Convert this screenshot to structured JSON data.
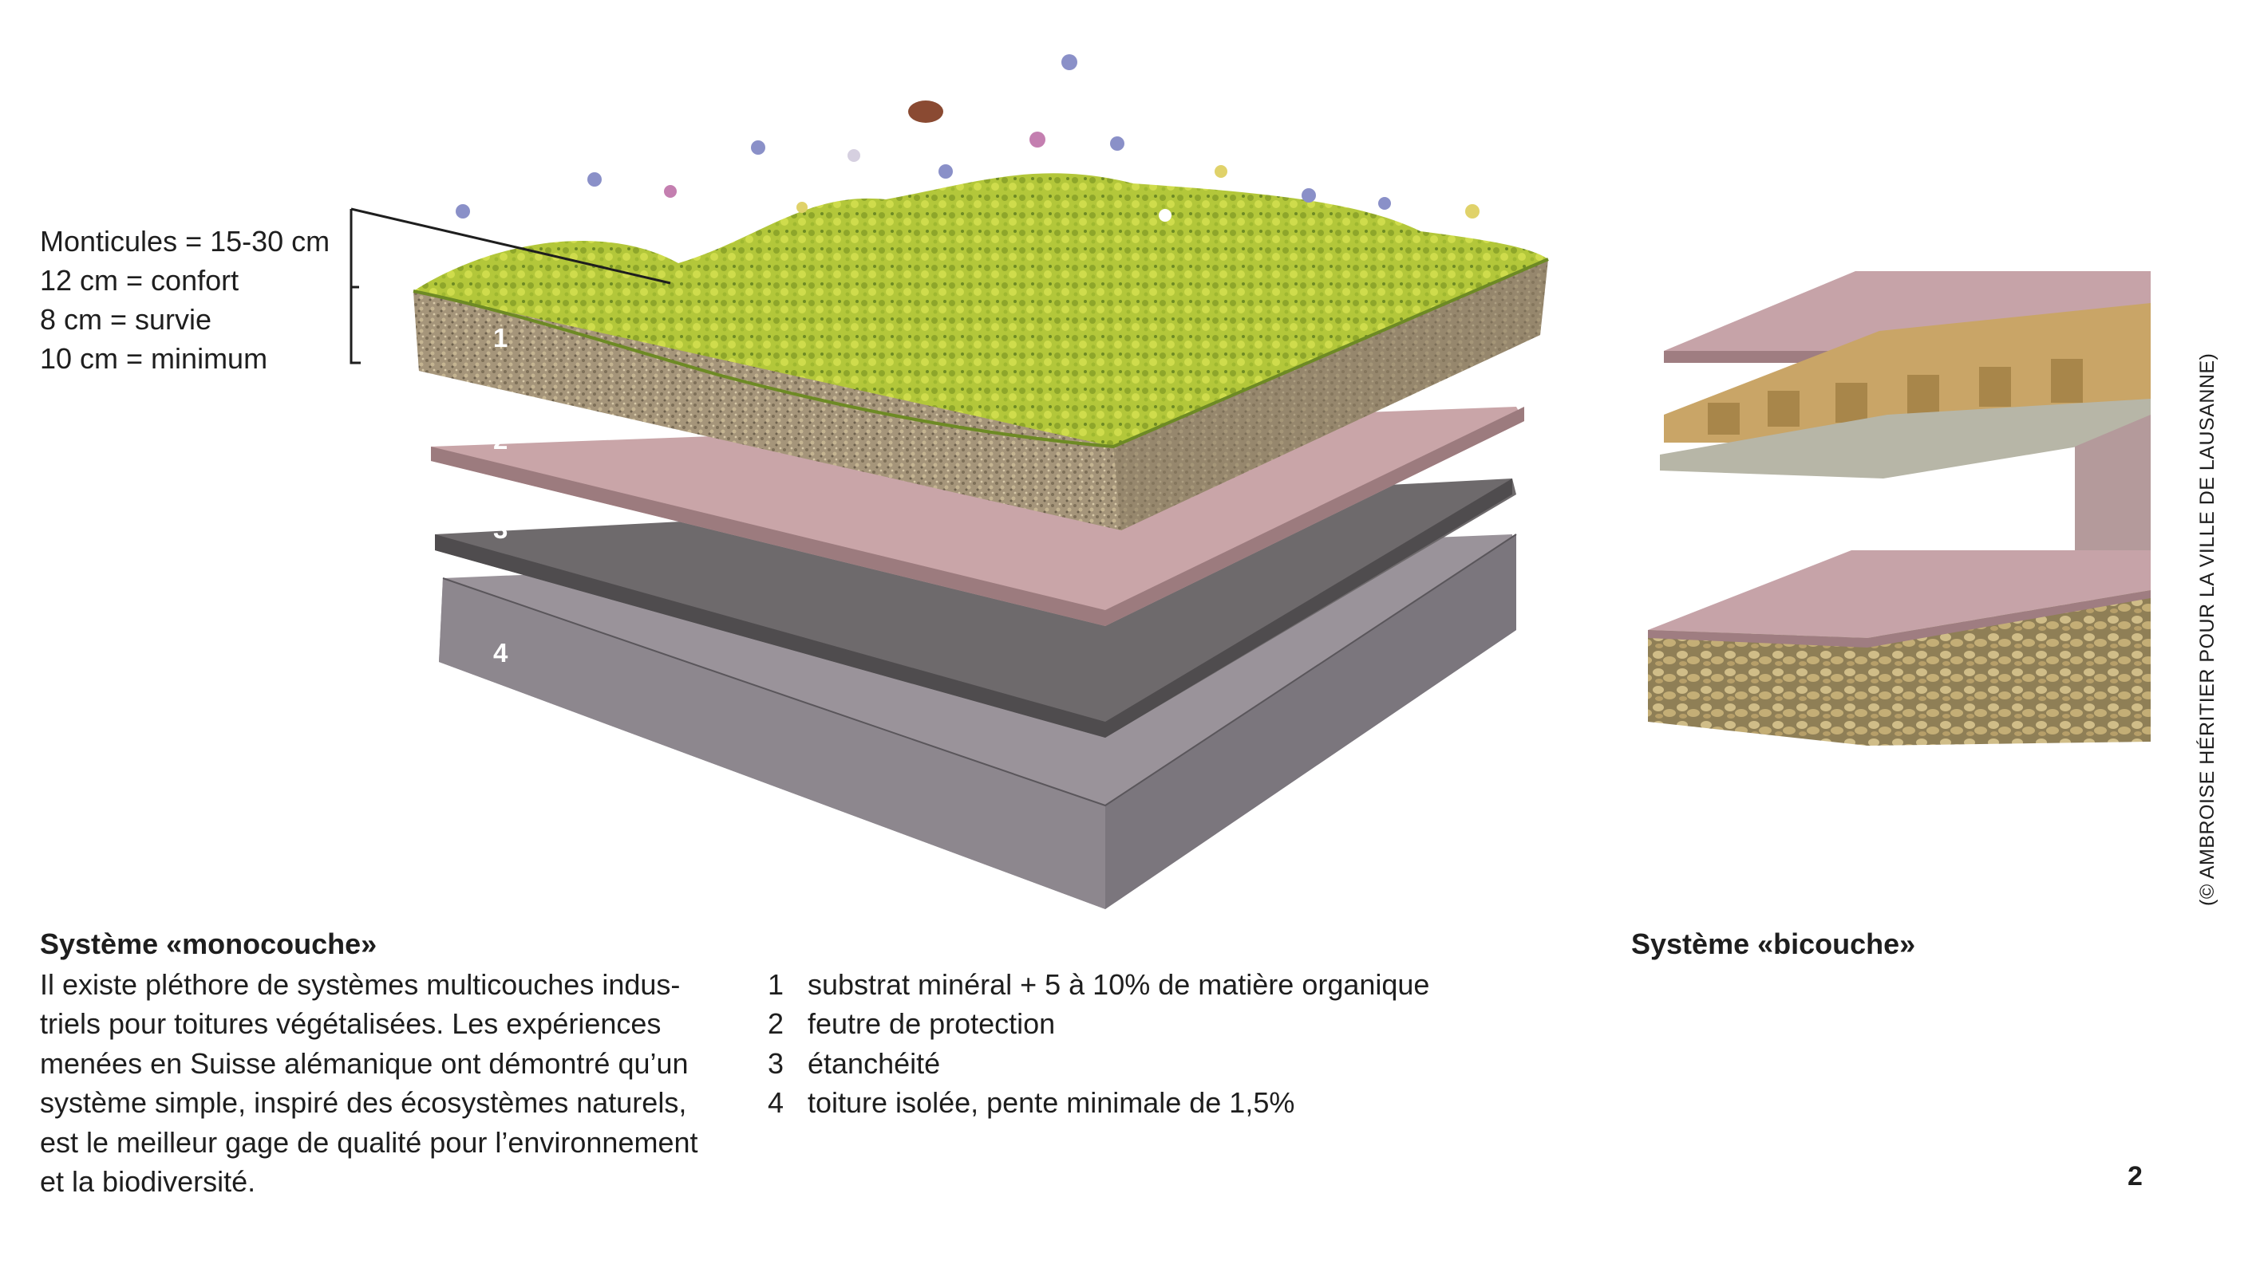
{
  "depth_labels": [
    "Monticules = 15-30 cm",
    "12 cm = confort",
    "8 cm = survie",
    "10 cm = minimum"
  ],
  "layer_numbers": [
    "1",
    "2",
    "3",
    "4"
  ],
  "monocouche": {
    "title": "Système «monocouche»",
    "paragraph_lines": [
      "Il existe pléthore de systèmes multicouches indus-",
      "triels pour toitures végétalisées. Les expériences",
      "menées en Suisse alémanique ont démontré qu’un",
      "système simple, inspiré des écosystèmes naturels,",
      "est le meilleur gage de qualité pour l’environnement",
      "et la biodiversité."
    ]
  },
  "legend": [
    {
      "num": "1",
      "text": "substrat minéral + 5 à 10% de matière organique"
    },
    {
      "num": "2",
      "text": "feutre de protection"
    },
    {
      "num": "3",
      "text": "étanchéité"
    },
    {
      "num": "4",
      "text": "toiture isolée, pente minimale de 1,5%"
    }
  ],
  "bicouche": {
    "title": "Système «bicouche»"
  },
  "credit": "(© AMBROISE HÉRITIER POUR LA VILLE DE LAUSANNE)",
  "page_number": "2",
  "colors": {
    "vegetation": "#b5c93a",
    "substrate": "#a89878",
    "felt": "#c8a3a6",
    "membrane": "#6e6a6c",
    "insulation": "#8f8990",
    "drainage": "#c9a567",
    "gravel": "#b9a77a"
  }
}
